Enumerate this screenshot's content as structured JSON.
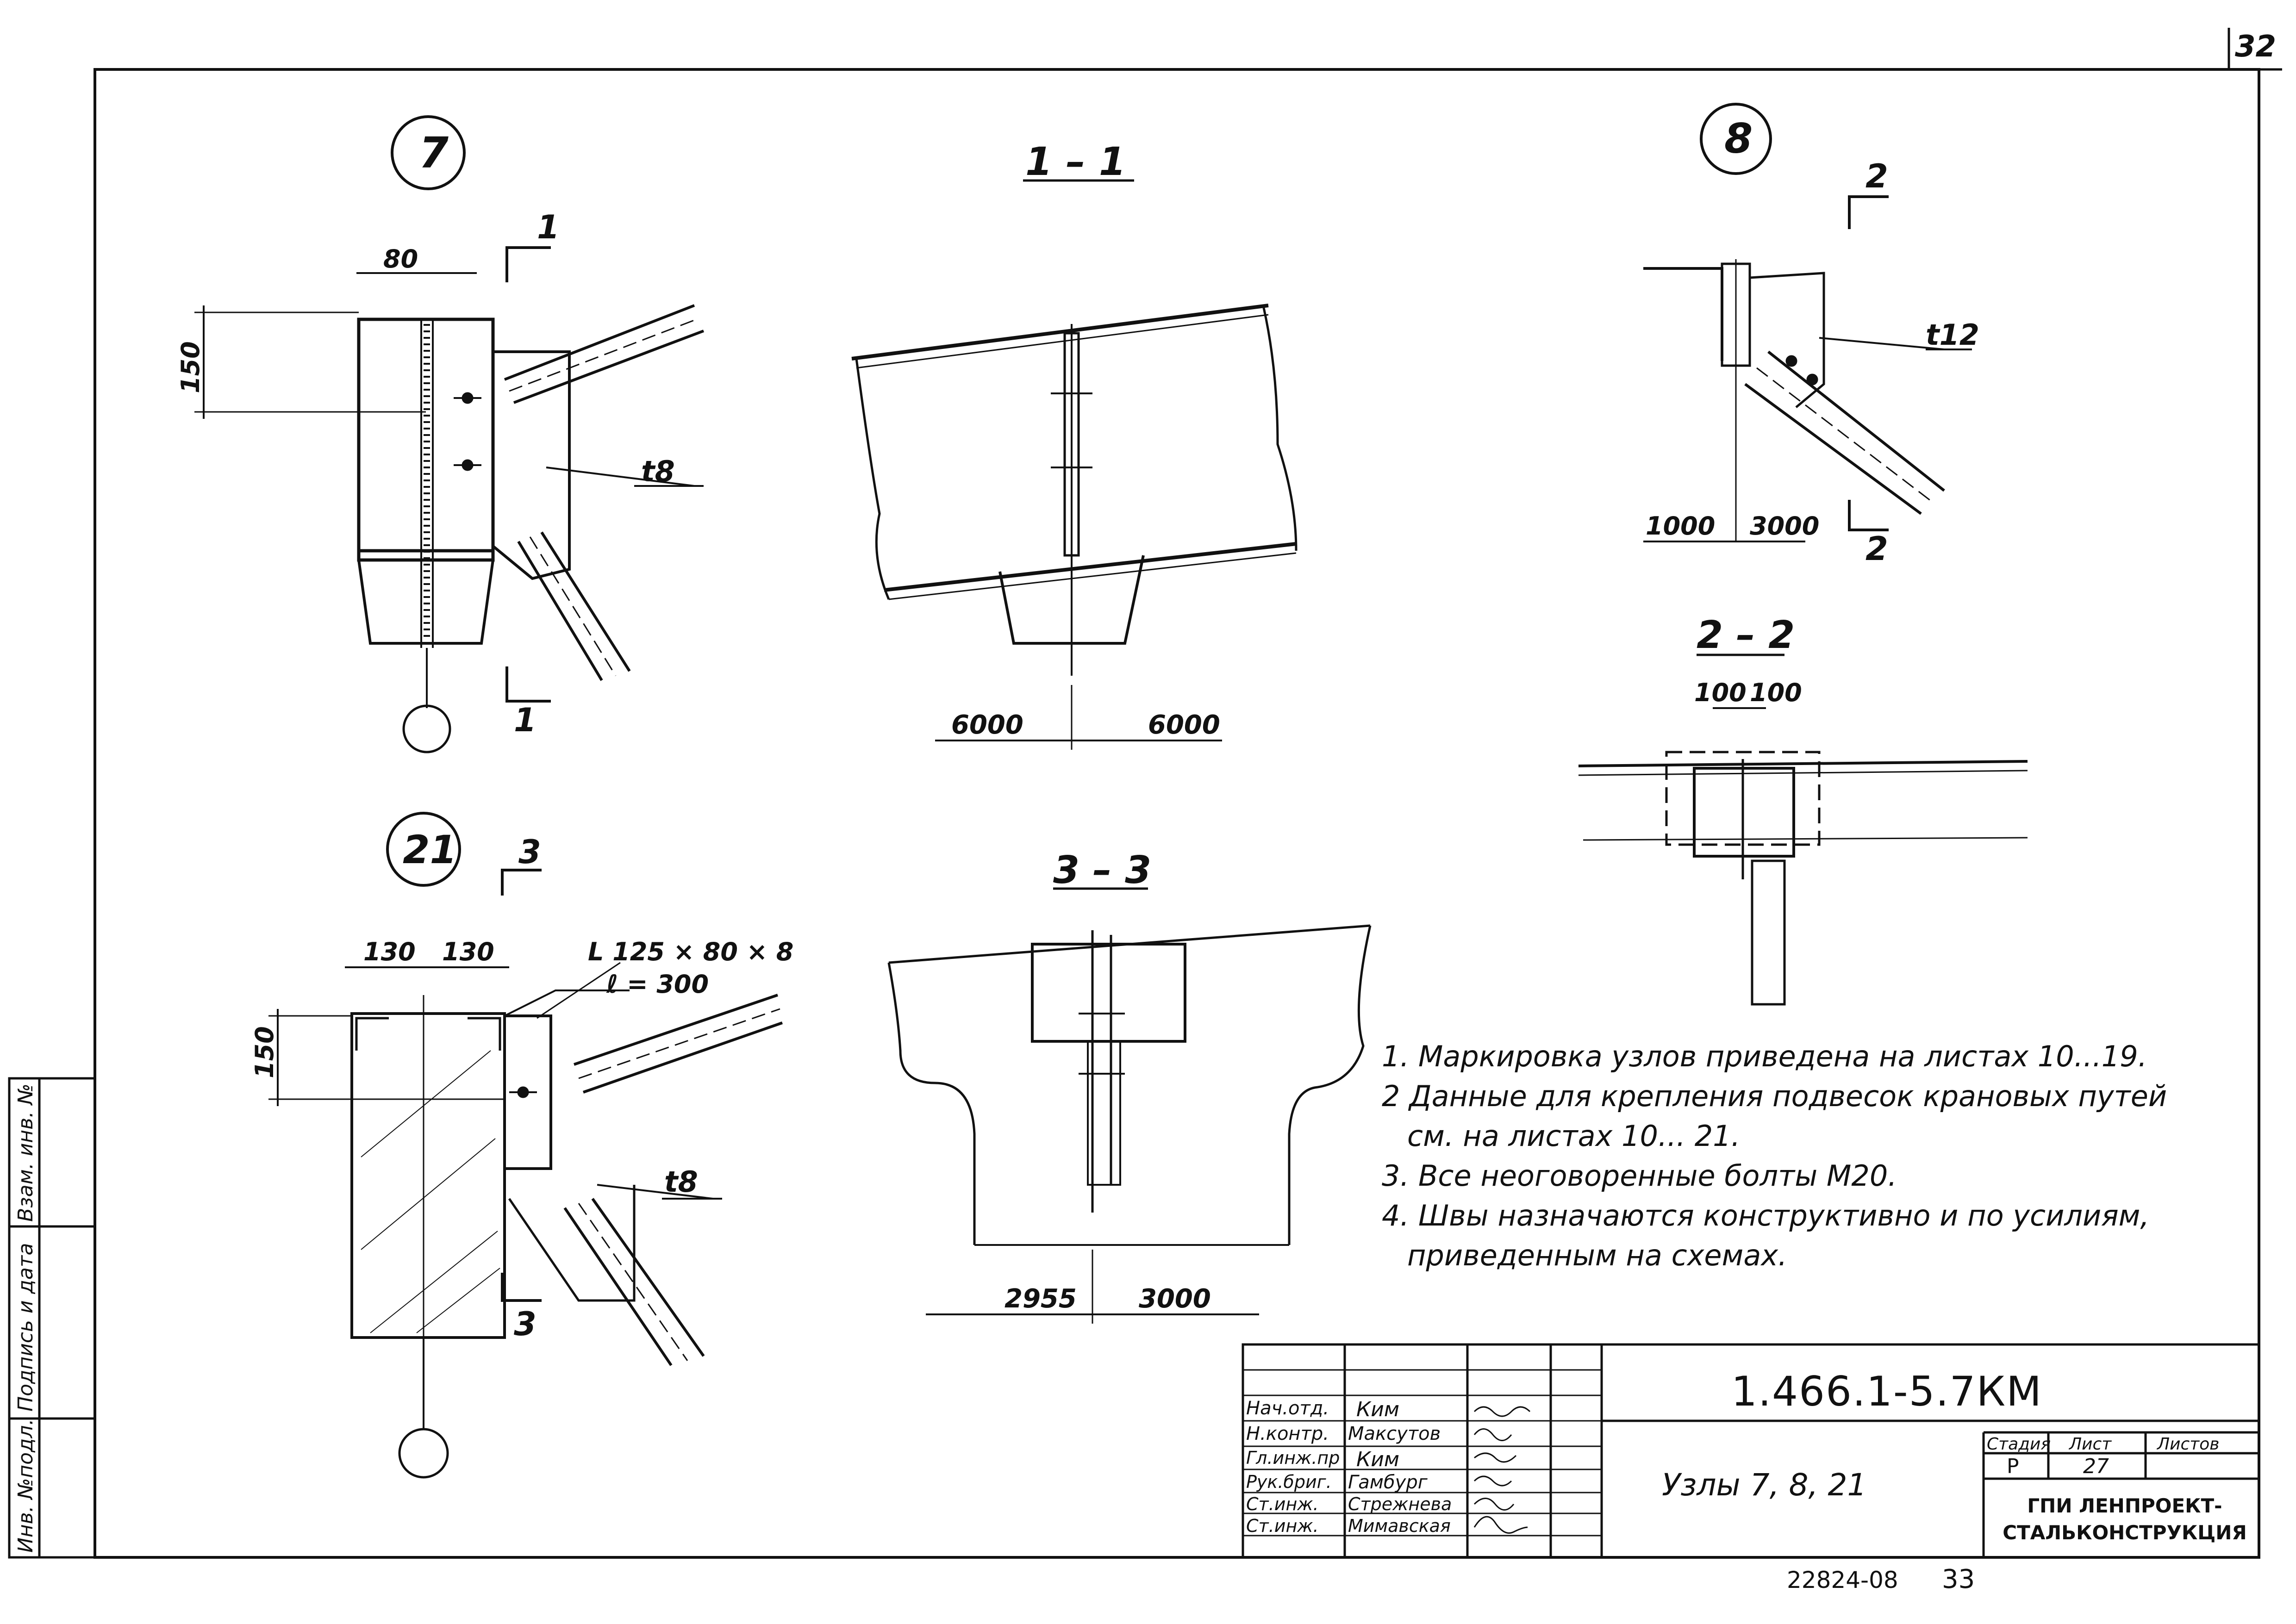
{
  "page_number": "32",
  "node_7": {
    "mark": "7",
    "dim_width": "80",
    "dim_height": "150",
    "plate": "t8",
    "section_mark": "1"
  },
  "section_1_1": {
    "title": "1 – 1",
    "dim_left": "6000",
    "dim_right": "6000"
  },
  "node_8": {
    "mark": "8",
    "plate": "t12",
    "dim_left": "1000",
    "dim_right": "3000",
    "section_mark": "2"
  },
  "section_2_2": {
    "title": "2 – 2",
    "dim_a": "100",
    "dim_b": "100"
  },
  "node_21": {
    "mark": "21",
    "dim_a": "130",
    "dim_b": "130",
    "dim_height": "150",
    "angle_label": "L 125 × 80 × 8",
    "length_label": "ℓ = 300",
    "plate": "t8",
    "section_mark": "3"
  },
  "section_3_3": {
    "title": "3 – 3",
    "dim_left": "2955",
    "dim_right": "3000"
  },
  "notes": [
    "1. Маркировка узлов приведена на листах 10...19.",
    "2 Данные для крепления подвесок крановых путей",
    "см. на листах 10... 21.",
    "3. Все неоговоренные болты М20.",
    "4. Швы назначаются конструктивно и по усилиям,",
    "приведенным на схемах."
  ],
  "title_block": {
    "code": "1.466.1-5.7КМ",
    "sheet_title": "Узлы 7, 8, 21",
    "stage_label": "Стадия",
    "sheet_label": "Лист",
    "sheets_label": "Листов",
    "stage": "Р",
    "sheet": "27",
    "organization_line1": "ГПИ ЛЕНПРОЕКТ-",
    "organization_line2": "СТАЛЬКОНСТРУКЦИЯ",
    "roles": [
      {
        "role": "Нач.отд.",
        "name": "Ким"
      },
      {
        "role": "Н.контр.",
        "name": "Максутов"
      },
      {
        "role": "Гл.инж.пр",
        "name": "Ким"
      },
      {
        "role": "Рук.бриг.",
        "name": "Гамбург"
      },
      {
        "role": "Ст.инж.",
        "name": "Стрежнева"
      },
      {
        "role": "Ст.инж.",
        "name": "Мимавская"
      }
    ]
  },
  "sidebar": {
    "inv_no_orig": "Инв. №подл.",
    "signature_date": "Подпись и дата",
    "vzam_inv": "Взам. инв. №"
  },
  "archive_number": "22824-08",
  "archive_page": "33"
}
